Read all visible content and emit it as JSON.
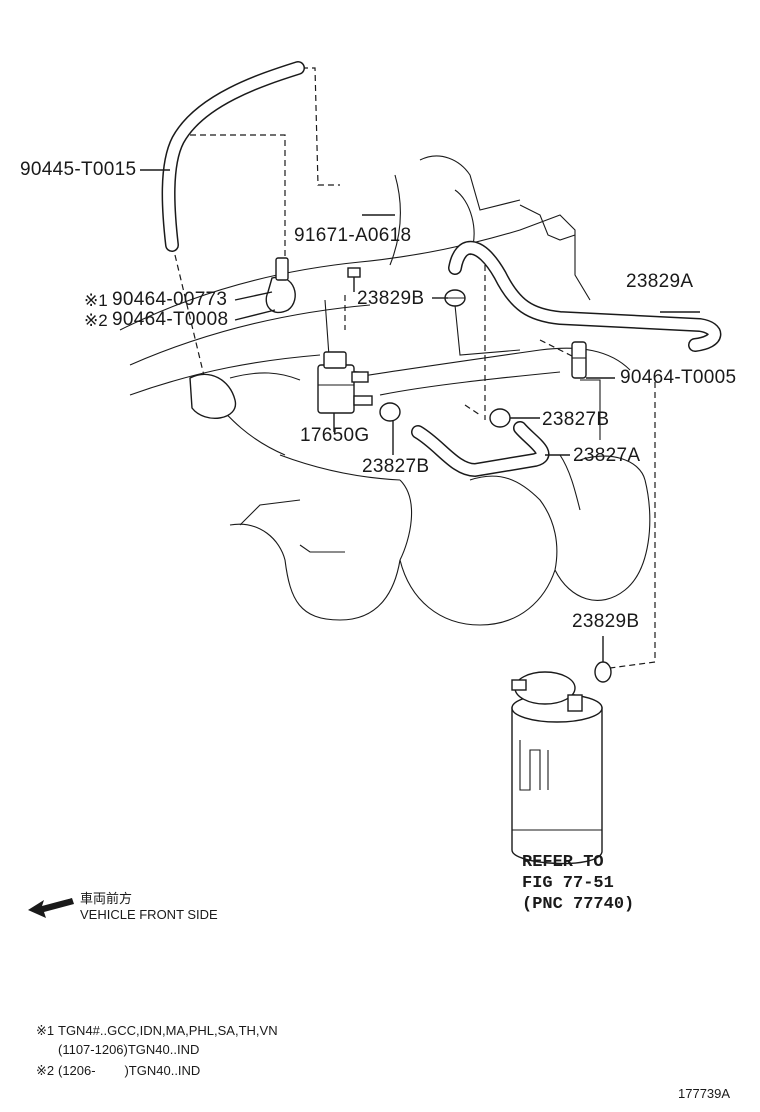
{
  "labels": {
    "p_90445_t0015": "90445-T0015",
    "p_91671_a0618": "91671-A0618",
    "p_90464_00773": "90464-00773",
    "p_90464_t0008": "90464-T0008",
    "p_23829b_top": "23829B",
    "p_23829a": "23829A",
    "p_90464_t0005": "90464-T0005",
    "p_17650g": "17650G",
    "p_23827b_right": "23827B",
    "p_23827b_left": "23827B",
    "p_23827a": "23827A",
    "p_23829b_bottom": "23829B",
    "mark_1": "※1",
    "mark_2": "※2"
  },
  "refer": {
    "line1": "REFER TO",
    "line2": "FIG 77-51",
    "line3": "(PNC 77740)"
  },
  "direction": {
    "japanese": "車両前方",
    "english": "VEHICLE FRONT SIDE"
  },
  "notes": {
    "note1_mark": "※1",
    "note1_text": "TGN4#..GCC,IDN,MA,PHL,SA,TH,VN",
    "note1_sub": "(1107-1206)TGN40..IND",
    "note2_mark": "※2",
    "note2_text": "(1206-        )TGN40..IND"
  },
  "diagram_id": "177739A"
}
